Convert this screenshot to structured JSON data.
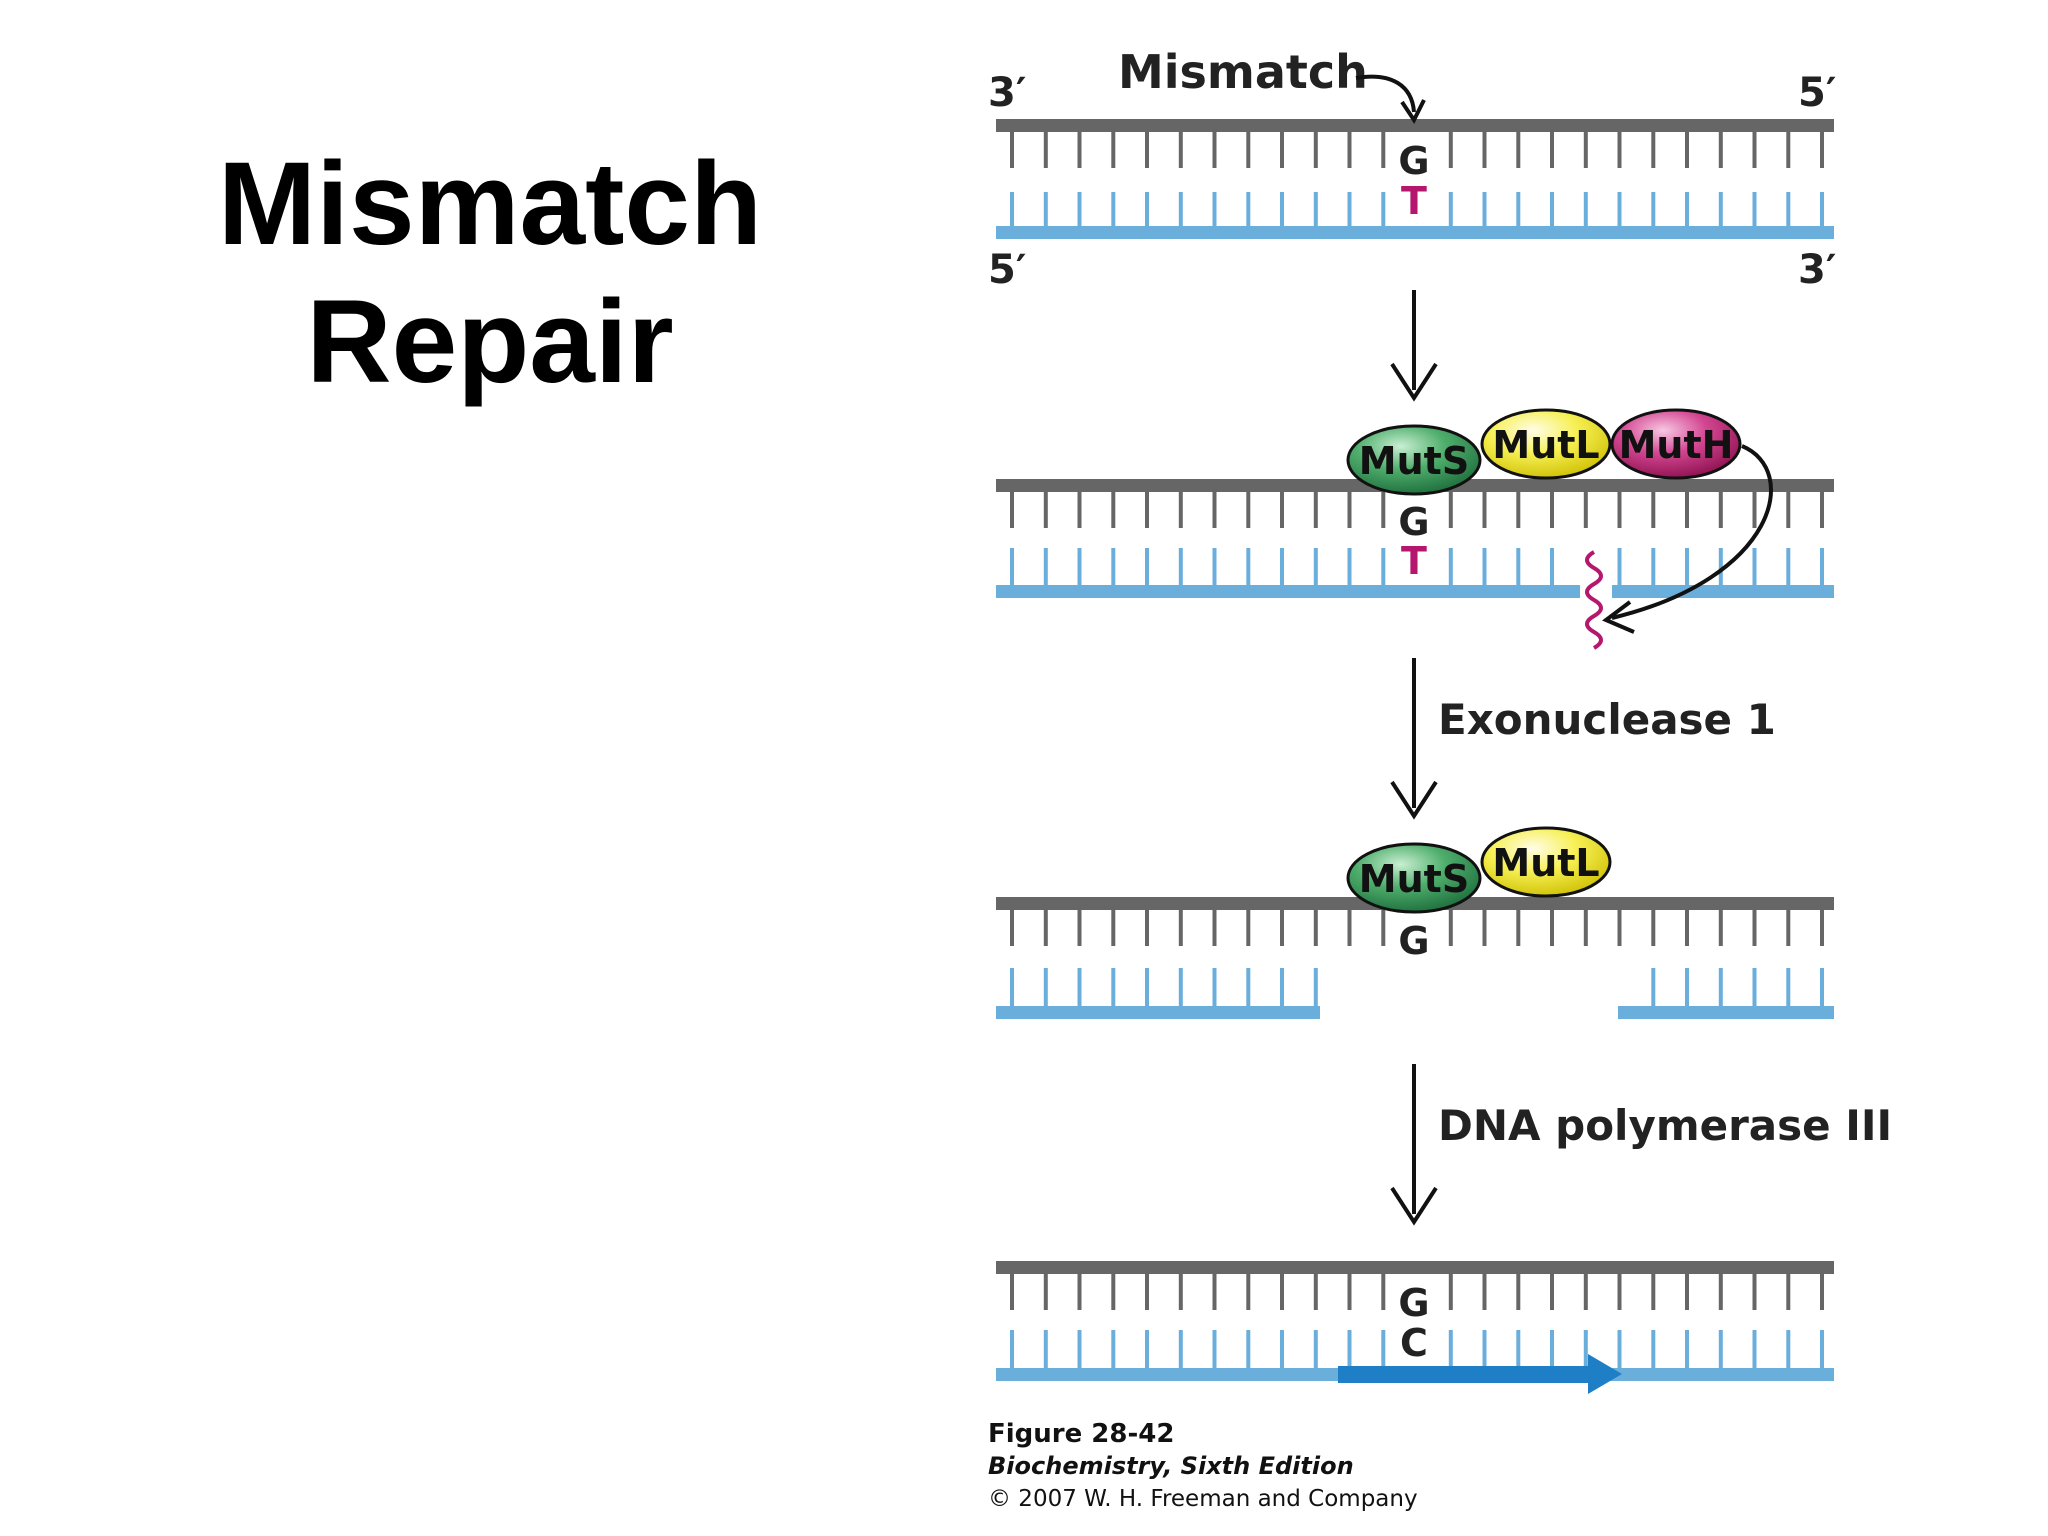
{
  "title": {
    "line1": "Mismatch",
    "line2": "Repair"
  },
  "colors": {
    "template_strand": "#666666",
    "new_strand": "#6aaedc",
    "mismatch_base": "#b5176e",
    "synthesis_arrow": "#1f7fc6",
    "muts": "#2e8b57",
    "mutl": "#f2ea1c",
    "muth": "#c2196b"
  },
  "stage1": {
    "mismatch_label": "Mismatch",
    "top_left_end": "3′",
    "top_right_end": "5′",
    "bottom_left_end": "5′",
    "bottom_right_end": "3′",
    "template_base": "G",
    "new_base": "T"
  },
  "stage2": {
    "muts": "MutS",
    "mutl": "MutL",
    "muth": "MutH",
    "template_base": "G",
    "new_base": "T"
  },
  "step2_label": "Exonuclease 1",
  "stage3": {
    "muts": "MutS",
    "mutl": "MutL",
    "template_base": "G"
  },
  "step3_label": "DNA polymerase III",
  "stage4": {
    "template_base": "G",
    "new_base": "C"
  },
  "caption": {
    "figure": "Figure 28-42",
    "book": "Biochemistry, Sixth Edition",
    "copyright": "© 2007 W. H. Freeman and Company"
  }
}
